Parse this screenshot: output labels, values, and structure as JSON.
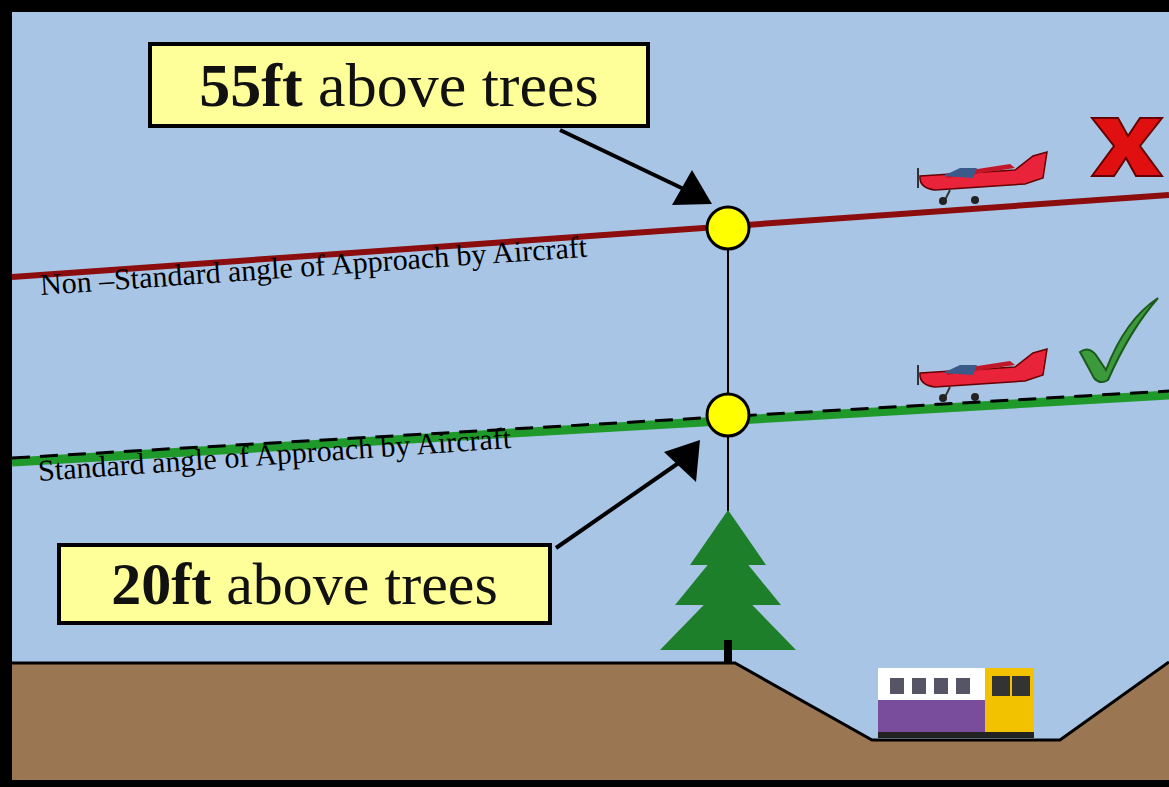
{
  "diagram": {
    "nodes": [
      {
        "text": [
          "55ft above trees"
        ]
      },
      {
        "text": [
          "20ft above trees"
        ]
      }
    ],
    "labels": [
      "Non –Standard angle of Approach by Aircraft",
      "Standard angle of Approach by Aircraft"
    ]
  }
}
